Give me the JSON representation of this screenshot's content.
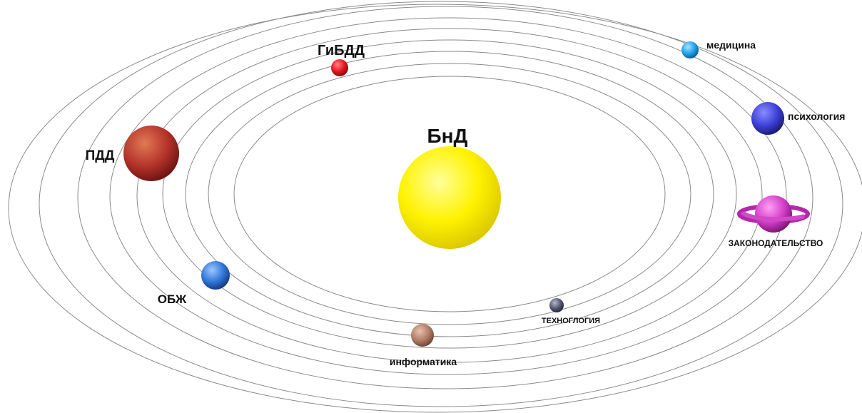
{
  "sun": {
    "label": "БнД",
    "color": "#ffee00"
  },
  "planets": [
    {
      "id": "pdd",
      "label": "ПДД",
      "color": "#b4322a"
    },
    {
      "id": "gibdd",
      "label": "ГиБДД",
      "color": "#e0141e"
    },
    {
      "id": "med",
      "label": "медицина",
      "color": "#1e9fe6"
    },
    {
      "id": "psy",
      "label": "психология",
      "color": "#3b3fd6"
    },
    {
      "id": "law",
      "label": "ЗАКОНОДАТЕЛЬСТВО",
      "color": "#d23cc8"
    },
    {
      "id": "obzh",
      "label": "ОБЖ",
      "color": "#2f74d8"
    },
    {
      "id": "tech",
      "label": "ТЕХНОГЛОГИЯ",
      "color": "#555570"
    },
    {
      "id": "inf",
      "label": "информатика",
      "color": "#b07c64"
    }
  ],
  "orbit_color": "#8a8a8a"
}
